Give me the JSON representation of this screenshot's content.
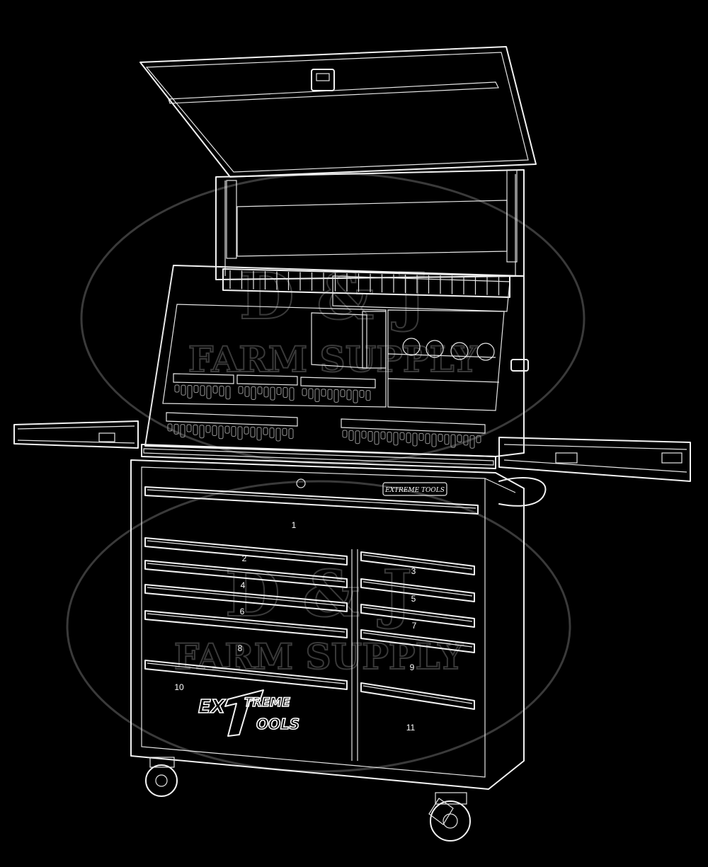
{
  "watermark": {
    "initials": "D & J",
    "text": "FARM SUPPLY"
  },
  "toolbox": {
    "brand_plate": "EXTREME TOOLS",
    "logo_line1": "EX",
    "logo_line1b": "TREME",
    "logo_line2": "OOLS"
  },
  "drawer_labels": [
    {
      "id": "1",
      "label": "1"
    },
    {
      "id": "2",
      "label": "2"
    },
    {
      "id": "3",
      "label": "3"
    },
    {
      "id": "4",
      "label": "4"
    },
    {
      "id": "5",
      "label": "5"
    },
    {
      "id": "6",
      "label": "6"
    },
    {
      "id": "7",
      "label": "7"
    },
    {
      "id": "8",
      "label": "8"
    },
    {
      "id": "9",
      "label": "9"
    },
    {
      "id": "10",
      "label": "10"
    },
    {
      "id": "11",
      "label": "11"
    }
  ]
}
